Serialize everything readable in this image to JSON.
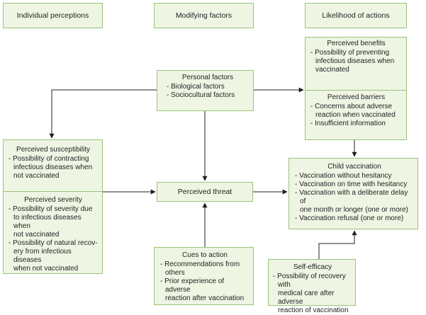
{
  "columns": {
    "left": "Individual perceptions",
    "middle": "Modifying factors",
    "right": "Likelihood of actions"
  },
  "personal_factors": {
    "title": "Personal factors",
    "items": [
      "- Biological factors",
      "- Sociocultural factors"
    ]
  },
  "perceived_benefits": {
    "title": "Perceived benefits",
    "items": [
      "- Possibility of preventing\ninfectious diseases when\nvaccinated"
    ]
  },
  "perceived_barriers": {
    "title": "Perceived barriers",
    "items": [
      "- Concerns about adverse\nreaction when vaccinated",
      "- Insufficient information"
    ]
  },
  "perceived_susceptibility": {
    "title": "Perceived susceptibility",
    "items": [
      "- Possibility of contracting\ninfectious diseases when\nnot vaccinated"
    ]
  },
  "perceived_severity": {
    "title": "Perceived severity",
    "items": [
      "- Possibility of severity due\nto infectious diseases when\nnot vaccinated",
      "- Possibility of natural recov-\nery from infectious diseases\nwhen not vaccinated"
    ]
  },
  "perceived_threat": {
    "title": "Perceived threat"
  },
  "child_vaccination": {
    "title": "Child vaccination",
    "items": [
      "- Vaccination without hesitancy",
      "- Vaccination on time with hesitancy",
      "- Vaccination with a deliberate delay of\none month or longer (one or more)",
      "- Vaccination refusal (one or more)"
    ]
  },
  "cues_to_action": {
    "title": "Cues to action",
    "items": [
      "- Recommendations from\nothers",
      "- Prior experience of adverse\nreaction after vaccination"
    ]
  },
  "self_efficacy": {
    "title": "Self-efficacy",
    "items": [
      "- Possibility of recovery with\nmedical care after adverse\nreaction of vaccination"
    ]
  },
  "colors": {
    "box_fill": "#eef5e3",
    "box_border": "#9cc27a",
    "arrow": "#231f20"
  }
}
